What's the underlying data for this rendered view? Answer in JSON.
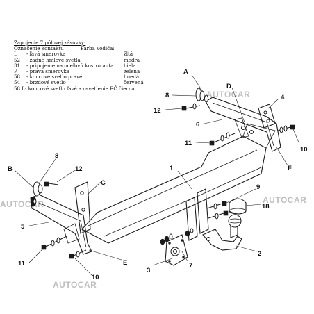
{
  "legend": {
    "title": "Zapojenie 7 pólovej zásuvky:",
    "col_header": "Označenie kontaktu",
    "color_header": "Farba vodiča:",
    "rows": [
      {
        "code": "L",
        "desc": "- ľavá smerovka",
        "color": "žltá"
      },
      {
        "code": "52",
        "desc": "- zadné hmlové svetlá",
        "color": "modrá"
      },
      {
        "code": "31",
        "desc": "- pripojenie na oceľovú kostru auta",
        "color": "biela"
      },
      {
        "code": "P",
        "desc": "- pravá smerovka",
        "color": "zelená"
      },
      {
        "code": "58",
        "desc": "- koncové svetlo pravé",
        "color": "hnedá"
      },
      {
        "code": "54",
        "desc": "- brzdové svetlo",
        "color": "červená"
      }
    ],
    "last_row": "58 L- koncové svetlo ľavé a osvetlenie EČ čierna"
  },
  "watermark": "AUTOCAR",
  "labels": {
    "A": "A",
    "B": "B",
    "C": "C",
    "D": "D",
    "E": "E",
    "F": "F",
    "n1": "1",
    "n2": "2",
    "n3": "3",
    "n4": "4",
    "n5": "5",
    "n6": "6",
    "n7": "7",
    "n8": "8",
    "n9": "9",
    "n10": "10",
    "n11": "11",
    "n12": "12",
    "n18": "18"
  }
}
